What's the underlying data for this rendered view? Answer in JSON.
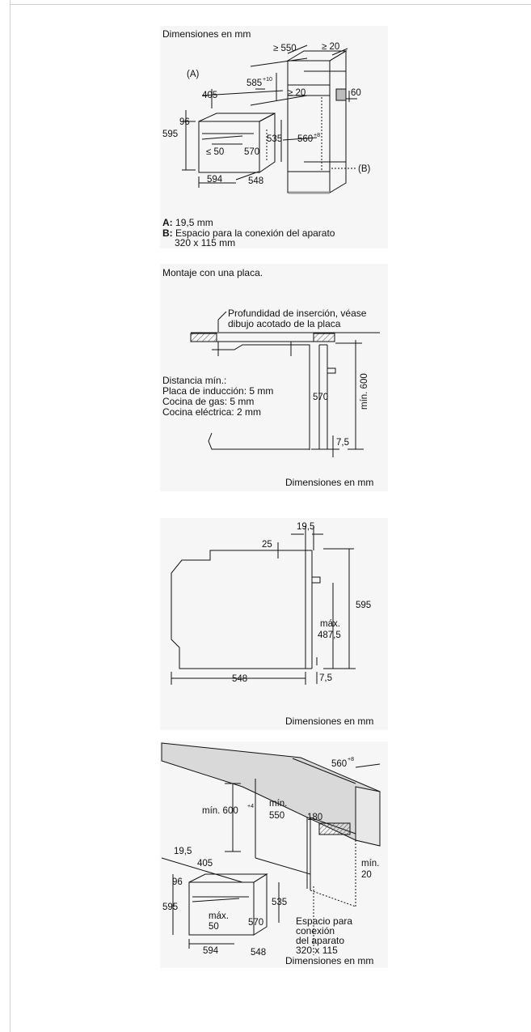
{
  "section1": {
    "caption": "Dimensiones en mm",
    "dims": [
      "≥ 550",
      "≥ 20",
      "(A)",
      "405",
      "585",
      "+10",
      "≥ 20",
      "60",
      "96",
      "595",
      "535",
      "560",
      "+8",
      "570",
      "≤ 50",
      "594",
      "548",
      "(B)"
    ],
    "legend": {
      "a_key": "A:",
      "a_text": "19,5 mm",
      "b_key": "B:",
      "b_text": "Espacio para la conexión del aparato",
      "b_text2": "320 x 115 mm"
    }
  },
  "section2": {
    "heading": "Montaje con una placa.",
    "note_line1": "Profundidad de inserción, véase",
    "note_line2": "dibujo acotado de la placa",
    "dist_lines": [
      "Distancia mín.:",
      "Placa de inducción: 5 mm",
      "Cocina de gas: 5 mm",
      "Cocina eléctrica: 2 mm"
    ],
    "dims": [
      "570",
      "mín. 600",
      "7,5"
    ],
    "caption": "Dimensiones en mm"
  },
  "section3": {
    "dims": [
      "19,5",
      "25",
      "595",
      "máx.",
      "487,5",
      "548",
      "7,5"
    ],
    "caption": "Dimensiones en mm"
  },
  "section4": {
    "dims": [
      "560",
      "+8",
      "mín. 600",
      "+4",
      "mín.",
      "550",
      "180",
      "mín.",
      "20",
      "19,5",
      "405",
      "96",
      "595",
      "máx.",
      "50",
      "570",
      "535",
      "594",
      "548"
    ],
    "space_lines": [
      "Espacio para",
      "conexión",
      "del aparato",
      "320 x 115"
    ],
    "caption": "Dimensiones en mm"
  }
}
